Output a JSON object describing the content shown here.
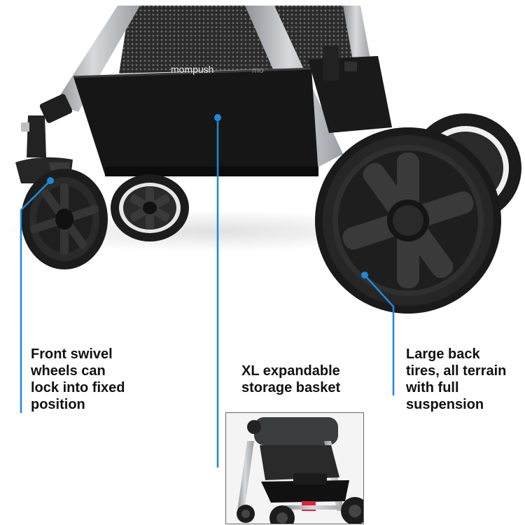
{
  "brand": {
    "logo_text": "mompush"
  },
  "callouts": {
    "front_wheels": "Front swivel\nwheels can\nlock into fixed\nposition",
    "basket": "XL expandable\nstorage basket",
    "back_tires": "Large back\ntires, all terrain\nwith full\nsuspension"
  },
  "colors": {
    "callout_line": "#1e88d8",
    "frame": "#b9bcc0",
    "fabric": "#151515",
    "tire": "#1c1c1c",
    "accent_red": "#d8283a"
  },
  "icons": {
    "callout_dot": "callout-dot-icon"
  }
}
